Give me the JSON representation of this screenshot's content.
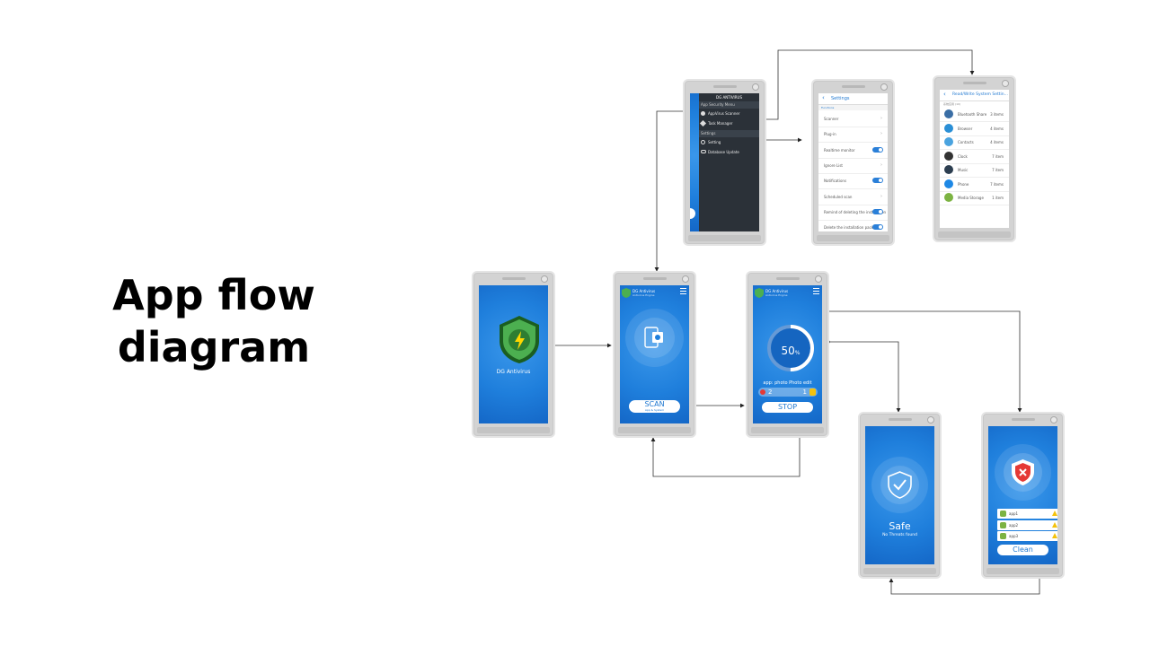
{
  "title": {
    "line1": "App flow",
    "line2": "diagram"
  },
  "splash": {
    "app_name": "DG Antivirus"
  },
  "scan_home": {
    "app_name": "DG Antivirus",
    "app_sub": "Antivirus Engine",
    "scan_label": "SCAN",
    "scan_sub": "App & System"
  },
  "scanning": {
    "app_name": "DG Antivirus",
    "app_sub": "Antivirus Engine",
    "progress_text": "50",
    "progress_unit": "%",
    "progress": 0.5,
    "current_file": "app: photo Photo edit",
    "count_left": "2",
    "count_right": "1",
    "stop_label": "STOP"
  },
  "menu": {
    "header": "DG ANTIVIRUS",
    "section1": "App Security Menu",
    "item1": "AppVirus Scanner",
    "item2": "Task Manager",
    "section2": "Settings",
    "item3": "Setting",
    "item4": "Database Update"
  },
  "settings": {
    "header": "Settings",
    "section": "Functions",
    "rows": [
      {
        "label": "Scanner",
        "type": "chev"
      },
      {
        "label": "Plug-in",
        "type": "chev"
      },
      {
        "label": "Realtime monitor",
        "type": "toggle"
      },
      {
        "label": "Ignore List",
        "type": "chev"
      },
      {
        "label": "Notifications",
        "type": "toggle"
      },
      {
        "label": "Scheduled scan",
        "type": "chev"
      },
      {
        "label": "Remind of deleting the installation",
        "type": "toggle"
      },
      {
        "label": "Delete the installation package",
        "type": "toggle"
      }
    ]
  },
  "permissions": {
    "header": "Read/Write System Settin...",
    "subheader": "系统应用 (10)",
    "rows": [
      {
        "name": "Bluetooth Share",
        "count": "3 items",
        "color": "#3a6ea5"
      },
      {
        "name": "Browser",
        "count": "4 items",
        "color": "#2a8fd6"
      },
      {
        "name": "Contacts",
        "count": "4 items",
        "color": "#4aa3df"
      },
      {
        "name": "Clock",
        "count": "7 item",
        "color": "#333333"
      },
      {
        "name": "Music",
        "count": "7 item",
        "color": "#2c3e50"
      },
      {
        "name": "Phone",
        "count": "7 items",
        "color": "#1e88e5"
      },
      {
        "name": "Media Storage",
        "count": "1 item",
        "color": "#7cb342"
      }
    ]
  },
  "safe": {
    "title": "Safe",
    "subtitle": "No Threats found"
  },
  "threats": {
    "items": [
      "app1",
      "app2",
      "app3"
    ],
    "clean_label": "Clean"
  },
  "colors": {
    "blue": "#1f7fdc",
    "accent": "#2a7fd8",
    "warn": "#f4c20d",
    "danger": "#e53935"
  }
}
